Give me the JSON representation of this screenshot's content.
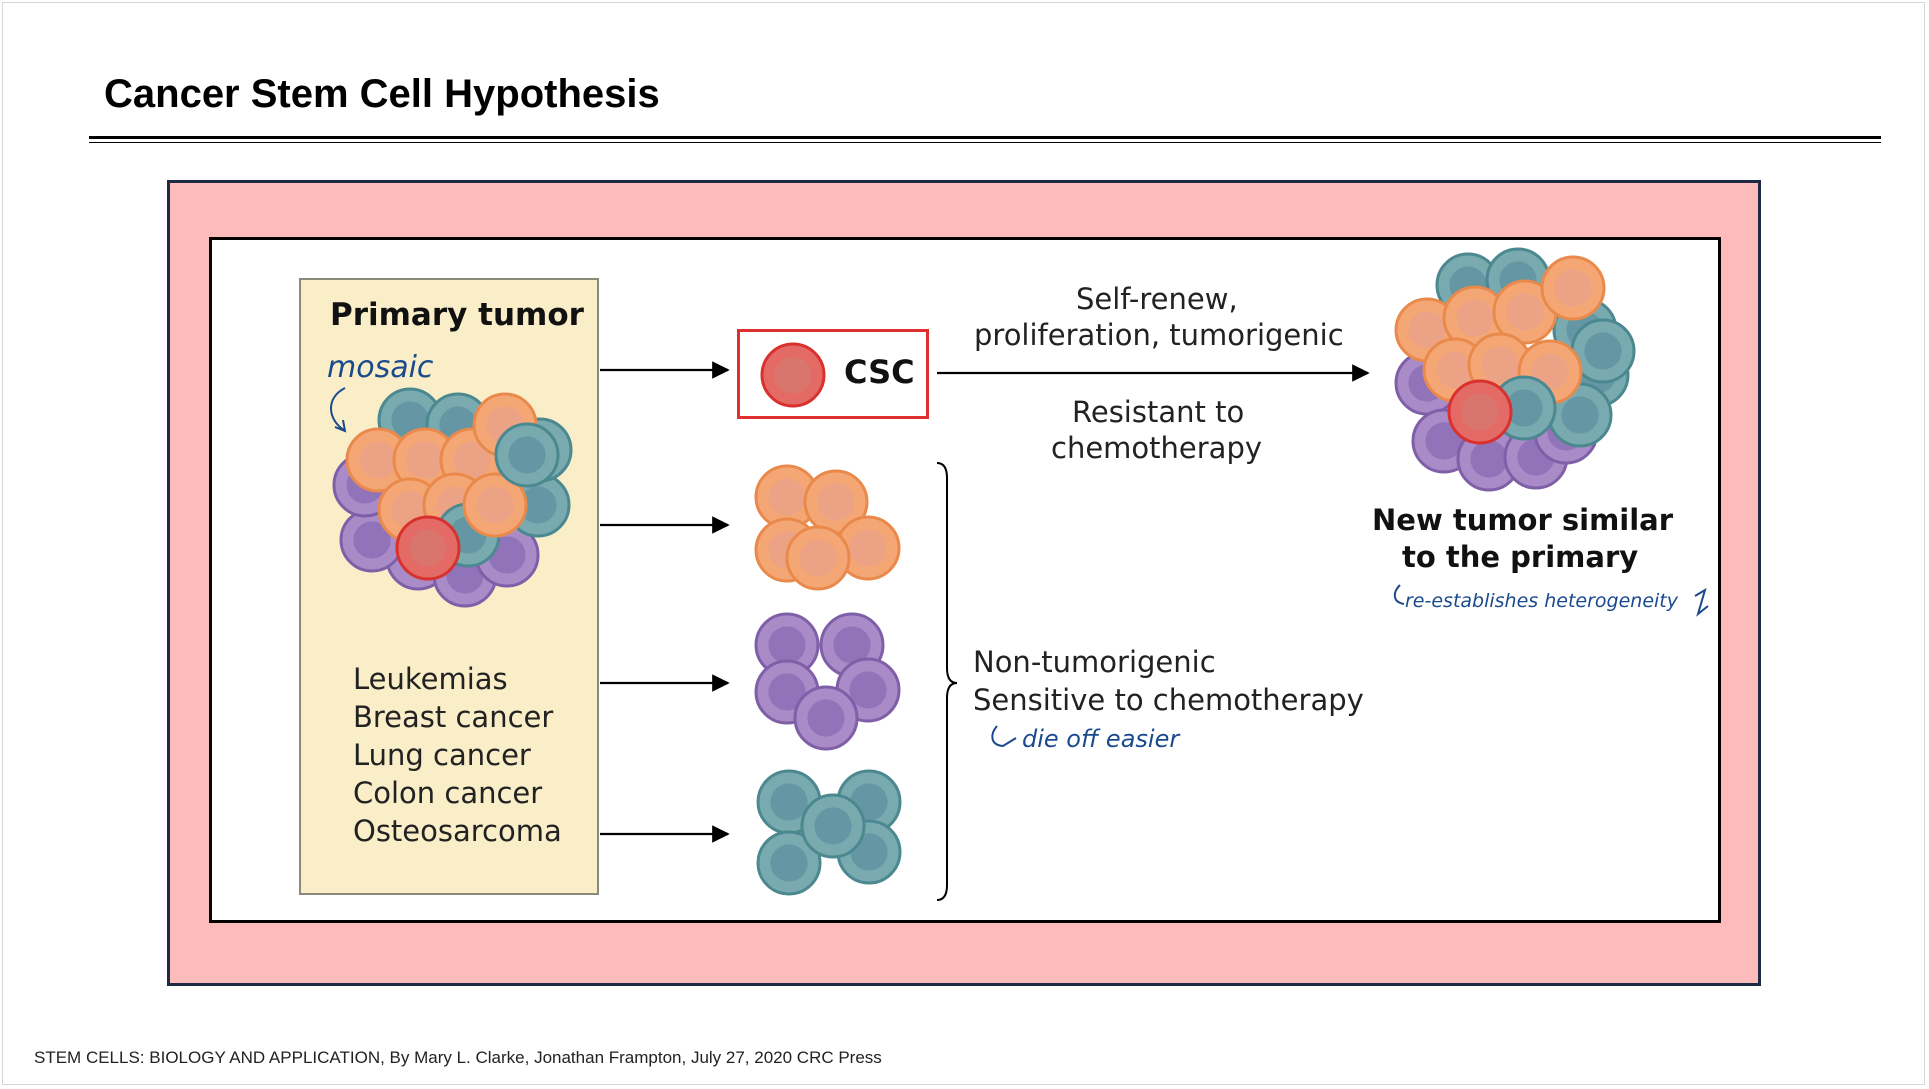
{
  "slide": {
    "title": "Cancer Stem Cell Hypothesis",
    "footer": "STEM CELLS: BIOLOGY AND APPLICATION, By Mary L. Clarke, Jonathan Frampton, July 27, 2020 CRC Press"
  },
  "diagram": {
    "primary_tumor_label": "Primary tumor",
    "cancer_types": [
      "Leukemias",
      "Breast cancer",
      "Lung cancer",
      "Colon cancer",
      "Osteosarcoma"
    ],
    "csc_label": "CSC",
    "csc_properties_line1": "Self-renew,",
    "csc_properties_line2": "proliferation, tumorigenic",
    "csc_resistant_line1": "Resistant to",
    "csc_resistant_line2": "chemotherapy",
    "new_tumor_line1": "New tumor similar",
    "new_tumor_line2": "to the primary",
    "non_csc_line1": "Non-tumorigenic",
    "non_csc_line2": "Sensitive to chemotherapy"
  },
  "annotations": {
    "mosaic": "mosaic",
    "reestablishes": "re-establishes heterogeneity",
    "die_off": "die off easier"
  },
  "colors": {
    "frame": "#fdbcbb",
    "tumor_box": "#f9eec8",
    "csc_border": "#e0302d",
    "orange_cell": "#f4a774",
    "purple_cell": "#a98bc7",
    "teal_cell": "#78aab0",
    "red_cell": "#e46a66",
    "handwriting": "#1a4a8e"
  }
}
